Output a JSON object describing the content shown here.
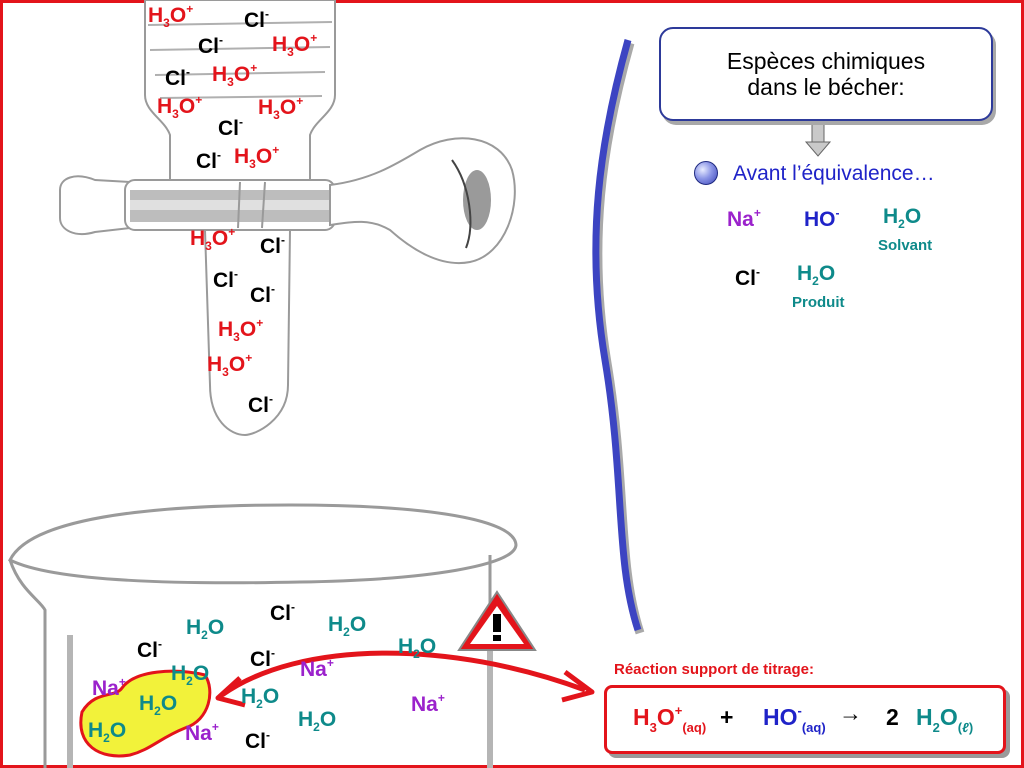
{
  "panel": {
    "title": "Espèces chimiques dans le bécher:",
    "stage": "Avant l’équivalence…",
    "species": {
      "na": {
        "sym": "Na",
        "charge": "+"
      },
      "ho": {
        "sym": "HO",
        "charge": "-"
      },
      "h2o_solvent": {
        "a": "H",
        "sub": "2",
        "b": "O",
        "note": "Solvant"
      },
      "cl": {
        "sym": "Cl",
        "charge": "-"
      },
      "h2o_product": {
        "a": "H",
        "sub": "2",
        "b": "O",
        "note": "Produit"
      }
    }
  },
  "ions": {
    "h3o": {
      "a": "H",
      "sub": "3",
      "b": "O",
      "charge": "+"
    },
    "cl": {
      "sym": "Cl",
      "charge": "-"
    },
    "na": {
      "sym": "Na",
      "charge": "+"
    },
    "h2o": {
      "a": "H",
      "sub": "2",
      "b": "O"
    }
  },
  "reaction": {
    "title": "Réaction support de titrage:",
    "r1": {
      "a": "H",
      "sub": "3",
      "b": "O",
      "charge": "+",
      "state": "(aq)"
    },
    "plus": "+",
    "r2": {
      "sym": "HO",
      "charge": "-",
      "state": "(aq)"
    },
    "arrow": "→",
    "coef": "2",
    "p": {
      "a": "H",
      "sub": "2",
      "b": "O",
      "state_open": "(",
      "state_letter": "ℓ",
      "state_close": ")"
    }
  },
  "icons": {
    "warning": "warning-triangle-icon"
  },
  "colors": {
    "frame": "#e3141b",
    "h3o": "#e3141b",
    "cl": "#000000",
    "na": "#9b22cc",
    "h2o": "#0e8a8a",
    "ho": "#1f23c8",
    "highlight": "#f2f23a"
  }
}
